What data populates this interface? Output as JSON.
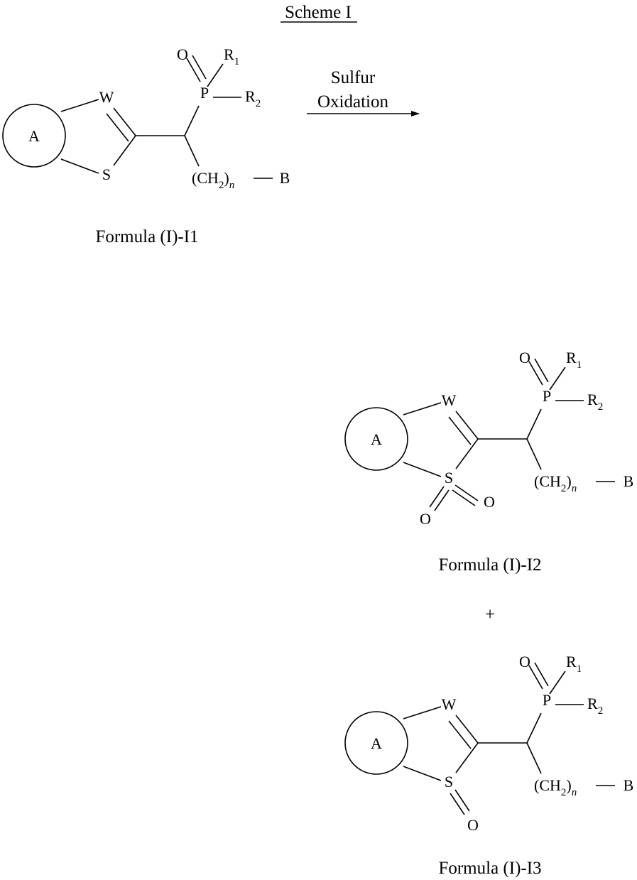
{
  "title": "Scheme I",
  "reaction": {
    "label_line1": "Sulfur",
    "label_line2": "Oxidation"
  },
  "atoms": {
    "ring": "A",
    "w": "W",
    "s": "S",
    "p": "P",
    "o": "O",
    "r": "R",
    "r1_sub": "1",
    "r2_sub": "2",
    "ch2_open": "(CH",
    "ch2_sub": "2",
    "ch2_close": ")",
    "n": "n",
    "b": "B"
  },
  "compounds": [
    {
      "id": "I1",
      "caption": "Formula (I)-I1"
    },
    {
      "id": "I2",
      "caption": "Formula (I)-I2"
    },
    {
      "id": "I3",
      "caption": "Formula (I)-I3"
    }
  ],
  "plus": "+"
}
